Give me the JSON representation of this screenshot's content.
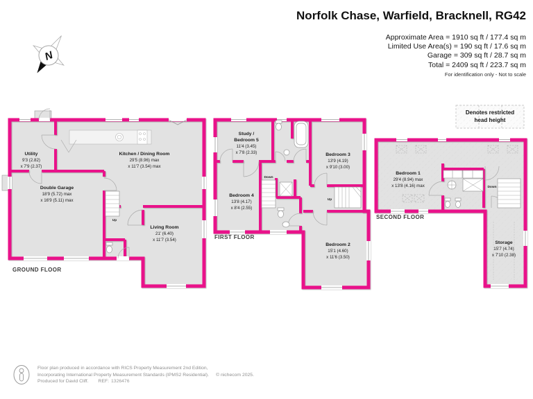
{
  "header": {
    "title": "Norfolk Chase, Warfield, Bracknell, RG42",
    "area_lines": [
      "Approximate Area = 1910 sq ft / 177.4 sq m",
      "Limited Use Area(s) = 190 sq ft / 17.6 sq m",
      "Garage = 309 sq ft / 28.7 sq m",
      "Total = 2409 sq ft / 223.7 sq m"
    ],
    "disclaimer": "For identification only - Not to scale"
  },
  "compass": {
    "north_label": "N"
  },
  "legend": {
    "line1": "Denotes restricted",
    "line2": "head height"
  },
  "floors": {
    "ground": {
      "label": "GROUND FLOOR",
      "stair_up_label": "Up",
      "rooms": {
        "utility": {
          "name": "Utility",
          "dim1": "9'3 (2.82)",
          "dim2": "x 7'9 (2.37)"
        },
        "kitchen": {
          "name": "Kitchen / Dining Room",
          "dim1": "29'5 (8.96) max",
          "dim2": "x 11'7 (3.54) max"
        },
        "garage": {
          "name": "Double Garage",
          "dim1": "18'9 (5.72) max",
          "dim2": "x 16'9 (5.11) max"
        },
        "living": {
          "name": "Living Room",
          "dim1": "21' (6.40)",
          "dim2": "x 11'7 (3.54)"
        }
      }
    },
    "first": {
      "label": "FIRST FLOOR",
      "stair_down_label": "Down",
      "stair_up_label": "Up",
      "rooms": {
        "study": {
          "name1": "Study /",
          "name2": "Bedroom 5",
          "dim1": "11'4 (3.45)",
          "dim2": "x 7'8 (2.33)"
        },
        "bedroom3": {
          "name": "Bedroom 3",
          "dim1": "13'9 (4.19)",
          "dim2": "x 9'10 (3.00)"
        },
        "bedroom4": {
          "name": "Bedroom 4",
          "dim1": "13'8 (4.17)",
          "dim2": "x 8'4 (2.55)"
        },
        "bedroom2": {
          "name": "Bedroom 2",
          "dim1": "15'1 (4.60)",
          "dim2": "x 11'6 (3.50)"
        }
      }
    },
    "second": {
      "label": "SECOND FLOOR",
      "stair_down_label": "Down",
      "rooms": {
        "bedroom1": {
          "name": "Bedroom 1",
          "dim1": "29'4 (8.94) max",
          "dim2": "x 13'8 (4.16) max"
        },
        "storage": {
          "name": "Storage",
          "dim1": "15'7 (4.74)",
          "dim2": "x 7'10 (2.38)"
        }
      }
    }
  },
  "footer": {
    "line1": "Floor plan produced in accordance with RICS Property Measurement 2nd Edition,",
    "line2": "Incorporating International Property Measurement Standards (IPMS2 Residential).",
    "copyright": "© nichecom 2025.",
    "line3": "Produced for David Cliff.",
    "ref_label": "REF:",
    "ref_value": "1326476"
  },
  "colors": {
    "wall": "#E9128A",
    "floor": "#E2E2E2"
  }
}
